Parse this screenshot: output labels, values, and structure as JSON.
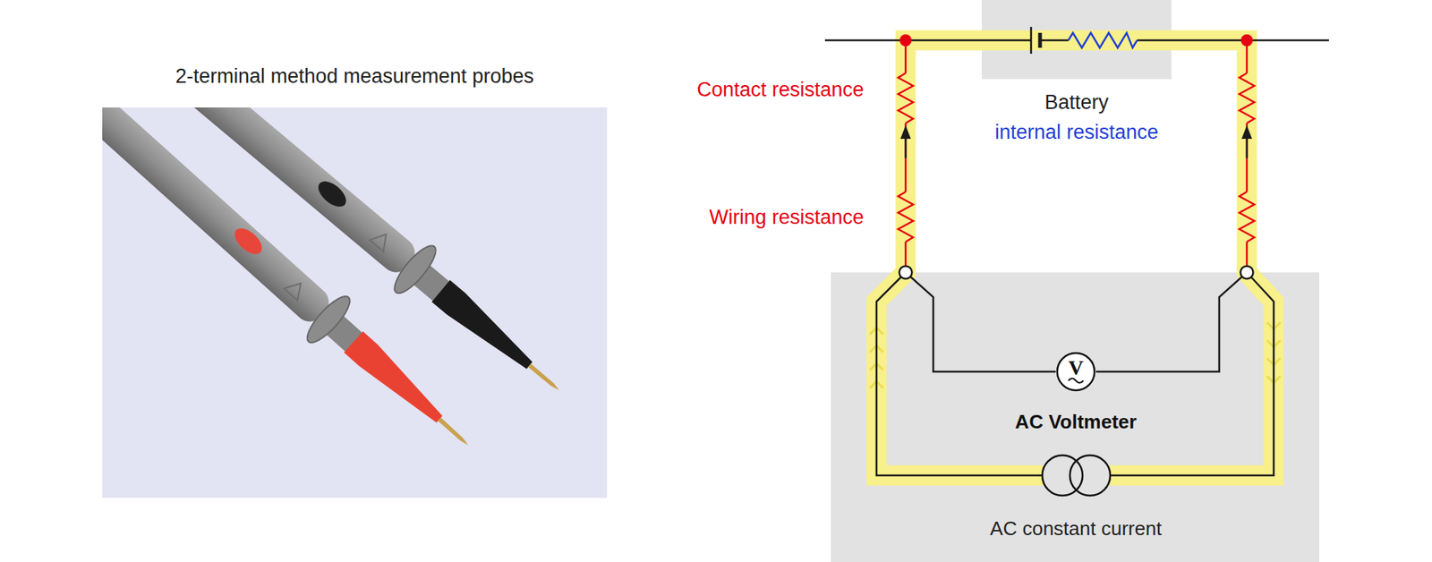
{
  "diagram": {
    "nodes": [
      {
        "text": [
          "2-terminal method measurement probes"
        ]
      },
      {
        "text": [
          "Battery",
          "internal resistance"
        ]
      },
      {
        "text": [
          "V",
          "AC Voltmeter"
        ]
      },
      {
        "text": [
          "AC constant current"
        ]
      }
    ],
    "labels": [
      "Contact resistance",
      "Wiring resistance"
    ]
  }
}
